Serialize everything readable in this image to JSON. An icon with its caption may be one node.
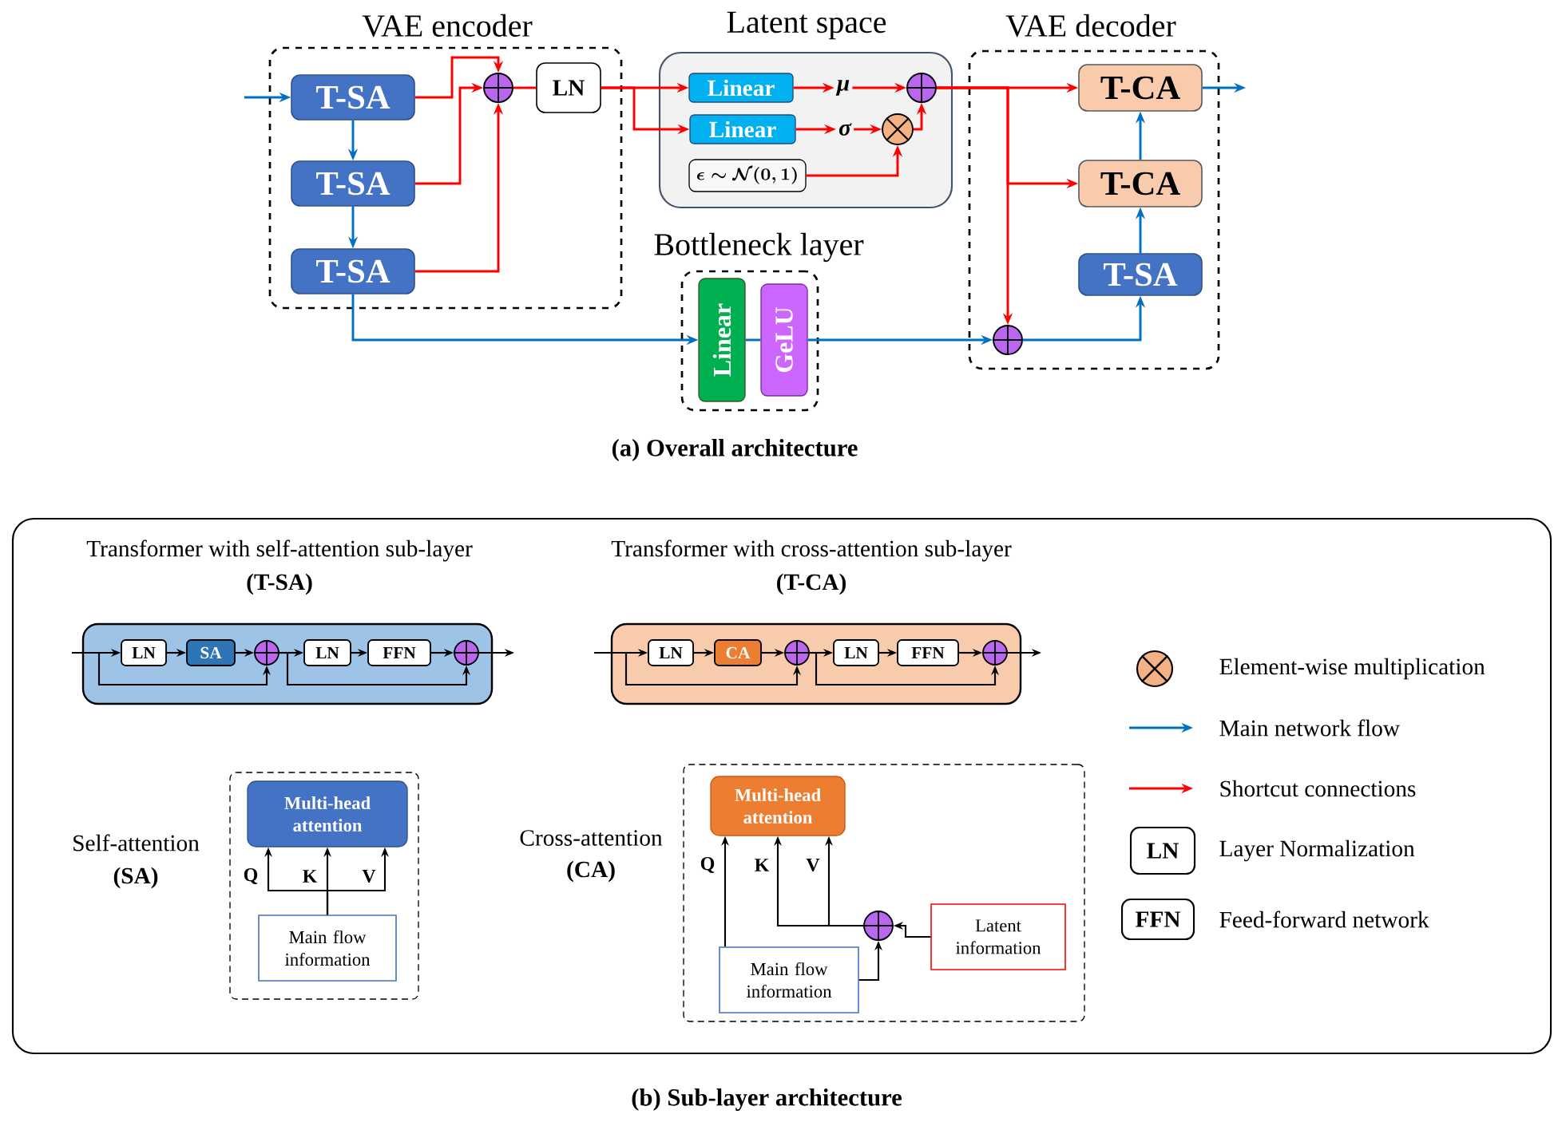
{
  "diagram": {
    "nodes": [
      {
        "text": [
          "VAE encoder"
        ]
      },
      {
        "text": [
          "T-SA"
        ],
        "in": 0
      },
      {
        "text": [
          "T-SA"
        ],
        "in": 0
      },
      {
        "text": [
          "T-SA"
        ],
        "in": 0
      },
      {
        "text": [],
        "shape": "circle",
        "in": 0
      },
      {
        "text": [
          "LN"
        ],
        "in": 0
      },
      {
        "text": [
          "Latent space"
        ]
      },
      {
        "text": [
          "Linear"
        ],
        "in": 6
      },
      {
        "text": [
          "Linear"
        ],
        "in": 6
      },
      {
        "text": [
          "μ"
        ],
        "in": 6
      },
      {
        "text": [
          "σ"
        ],
        "in": 6
      },
      {
        "text": [
          "\\epsilon\\sim\\mathcal{N}(0,1)"
        ],
        "in": 6
      },
      {
        "text": [],
        "shape": "circle",
        "in": 6
      },
      {
        "text": [],
        "shape": "circle",
        "in": 6
      },
      {
        "text": [
          "Bottleneck layer"
        ]
      },
      {
        "text": [
          "Linear"
        ],
        "in": 14
      },
      {
        "text": [
          "GeLU"
        ],
        "in": 14
      },
      {
        "text": [
          "VAE decoder"
        ]
      },
      {
        "text": [
          "T-CA"
        ],
        "in": 17
      },
      {
        "text": [
          "T-CA"
        ],
        "in": 17
      },
      {
        "text": [
          "T-SA"
        ],
        "in": 17
      },
      {
        "text": [],
        "shape": "circle",
        "in": 17
      },
      {
        "text": [],
        "shape": "box"
      },
      {
        "text": [
          "Transformer with self-attention sub-layer",
          "(T-SA)"
        ],
        "in": 22
      },
      {
        "text": [
          "LN"
        ],
        "in": 23
      },
      {
        "text": [
          "SA"
        ],
        "in": 23
      },
      {
        "text": [],
        "shape": "circle",
        "in": 23
      },
      {
        "text": [
          "LN"
        ],
        "in": 23
      },
      {
        "text": [
          "FFN"
        ],
        "in": 23
      },
      {
        "text": [],
        "shape": "circle",
        "in": 23
      },
      {
        "text": [
          "Transformer with cross-attention sub-layer",
          "(T-CA)"
        ],
        "in": 22
      },
      {
        "text": [
          "LN"
        ],
        "in": 30
      },
      {
        "text": [
          "CA"
        ],
        "in": 30
      },
      {
        "text": [],
        "shape": "circle",
        "in": 30
      },
      {
        "text": [
          "LN"
        ],
        "in": 30
      },
      {
        "text": [
          "FFN"
        ],
        "in": 30
      },
      {
        "text": [],
        "shape": "circle",
        "in": 30
      },
      {
        "text": [
          "Self-attention",
          "(SA)"
        ],
        "in": 22
      },
      {
        "text": [
          "Multi-head attention"
        ],
        "in": 37
      },
      {
        "text": [
          "Main flow information"
        ],
        "in": 37
      },
      {
        "text": [
          "Cross-attention",
          "(CA)"
        ],
        "in": 22
      },
      {
        "text": [
          "Multi-head attention"
        ],
        "in": 40
      },
      {
        "text": [
          "Main flow information"
        ],
        "in": 40
      },
      {
        "text": [],
        "shape": "circle",
        "in": 40
      },
      {
        "text": [
          "Latent information"
        ],
        "in": 40
      }
    ],
    "edges": [
      {
        "from": null,
        "to": 1,
        "arrow": "to",
        "color": "#0070c0"
      },
      {
        "from": 1,
        "to": 2,
        "arrow": "to",
        "color": "#0070c0"
      },
      {
        "from": 2,
        "to": 3,
        "arrow": "to",
        "color": "#0070c0"
      },
      {
        "from": 1,
        "to": 4,
        "arrow": "to",
        "color": "#ff0000"
      },
      {
        "from": 2,
        "to": 4,
        "arrow": "to",
        "color": "#ff0000"
      },
      {
        "from": 3,
        "to": 4,
        "arrow": "to",
        "color": "#ff0000"
      },
      {
        "from": 4,
        "to": 5,
        "arrow": "none",
        "color": "#ff0000"
      },
      {
        "from": 5,
        "to": 7,
        "arrow": "to",
        "color": "#ff0000"
      },
      {
        "from": 5,
        "to": 8,
        "arrow": "to",
        "color": "#ff0000"
      },
      {
        "from": 7,
        "to": 9,
        "arrow": "to",
        "color": "#ff0000"
      },
      {
        "from": 8,
        "to": 10,
        "arrow": "to",
        "color": "#ff0000"
      },
      {
        "from": 9,
        "to": 12,
        "arrow": "to",
        "color": "#ff0000"
      },
      {
        "from": 10,
        "to": 13,
        "arrow": "to",
        "color": "#ff0000"
      },
      {
        "from": 11,
        "to": 13,
        "arrow": "to",
        "color": "#ff0000"
      },
      {
        "from": 13,
        "to": 12,
        "arrow": "to",
        "color": "#ff0000"
      },
      {
        "from": 12,
        "to": 18,
        "arrow": "to",
        "color": "#ff0000"
      },
      {
        "from": 12,
        "to": 19,
        "arrow": "to",
        "color": "#ff0000"
      },
      {
        "from": 12,
        "to": 21,
        "arrow": "to",
        "color": "#ff0000"
      },
      {
        "from": 3,
        "to": 15,
        "arrow": "to",
        "color": "#0070c0"
      },
      {
        "from": 15,
        "to": 16,
        "arrow": "none",
        "color": "#0070c0"
      },
      {
        "from": 16,
        "to": 21,
        "arrow": "to",
        "color": "#0070c0"
      },
      {
        "from": 21,
        "to": 20,
        "arrow": "to",
        "color": "#0070c0"
      },
      {
        "from": 20,
        "to": 19,
        "arrow": "to",
        "color": "#0070c0"
      },
      {
        "from": 19,
        "to": 18,
        "arrow": "to",
        "color": "#0070c0"
      },
      {
        "from": 18,
        "to": null,
        "arrow": "to",
        "color": "#0070c0"
      },
      {
        "from": null,
        "to": 24,
        "arrow": "to"
      },
      {
        "from": null,
        "to": 26,
        "arrow": "to"
      },
      {
        "from": 24,
        "to": 25,
        "arrow": "to"
      },
      {
        "from": 25,
        "to": 26,
        "arrow": "to"
      },
      {
        "from": 26,
        "to": 27,
        "arrow": "to"
      },
      {
        "from": 26,
        "to": 29,
        "arrow": "to"
      },
      {
        "from": 27,
        "to": 28,
        "arrow": "to"
      },
      {
        "from": 28,
        "to": 29,
        "arrow": "to"
      },
      {
        "from": 29,
        "to": null,
        "arrow": "to"
      },
      {
        "from": null,
        "to": 31,
        "arrow": "to"
      },
      {
        "from": null,
        "to": 33,
        "arrow": "to"
      },
      {
        "from": 31,
        "to": 32,
        "arrow": "to"
      },
      {
        "from": 32,
        "to": 33,
        "arrow": "to"
      },
      {
        "from": 33,
        "to": 34,
        "arrow": "to"
      },
      {
        "from": 33,
        "to": 36,
        "arrow": "to"
      },
      {
        "from": 34,
        "to": 35,
        "arrow": "to"
      },
      {
        "from": 35,
        "to": 36,
        "arrow": "to"
      },
      {
        "from": 36,
        "to": null,
        "arrow": "to"
      },
      {
        "from": 39,
        "to": 38,
        "arrow": "to",
        "label": "Q"
      },
      {
        "from": 39,
        "to": 38,
        "arrow": "to",
        "label": "K"
      },
      {
        "from": 39,
        "to": 38,
        "arrow": "to",
        "label": "V"
      },
      {
        "from": 42,
        "to": 41,
        "arrow": "to",
        "label": "Q"
      },
      {
        "from": 43,
        "to": 41,
        "arrow": "to",
        "label": "K"
      },
      {
        "from": 43,
        "to": 41,
        "arrow": "to",
        "label": "V"
      },
      {
        "from": 42,
        "to": 43,
        "arrow": "to"
      },
      {
        "from": 44,
        "to": 43,
        "arrow": "to"
      }
    ],
    "labels": [
      "(a) Overall architecture",
      "LN",
      "FFN",
      "(b) Sub-layer architecture"
    ],
    "legend": [
      {
        "text": "Element-wise multiplication"
      },
      {
        "text": "Main network flow"
      },
      {
        "text": "Shortcut connections"
      },
      {
        "text": "Layer Normalization"
      },
      {
        "text": "Feed-forward network"
      }
    ]
  }
}
